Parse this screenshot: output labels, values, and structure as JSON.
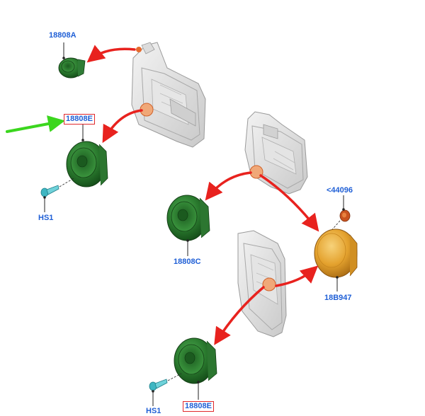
{
  "colors": {
    "label": "#1f5fd6",
    "highlight_box": "#e0282c",
    "arrow_red": "#e8221e",
    "arrow_green": "#3bd61e",
    "speaker_green": "#2a7a2e",
    "tweeter_green": "#2f7c36",
    "cover_orange": "#e4a22e",
    "trim_gray": "#d8d8d8"
  },
  "labels": {
    "tweeter_front": "18808A",
    "speaker_front": "18808E",
    "screw_front": "HS1",
    "speaker_rear": "18808C",
    "clip": "<44096",
    "cover": "18B947",
    "speaker_lower": "18808E",
    "screw_lower": "HS1"
  },
  "icons": {
    "green_pointer": "green-arrow-icon",
    "red_arrows": "red-arrow-icon"
  }
}
